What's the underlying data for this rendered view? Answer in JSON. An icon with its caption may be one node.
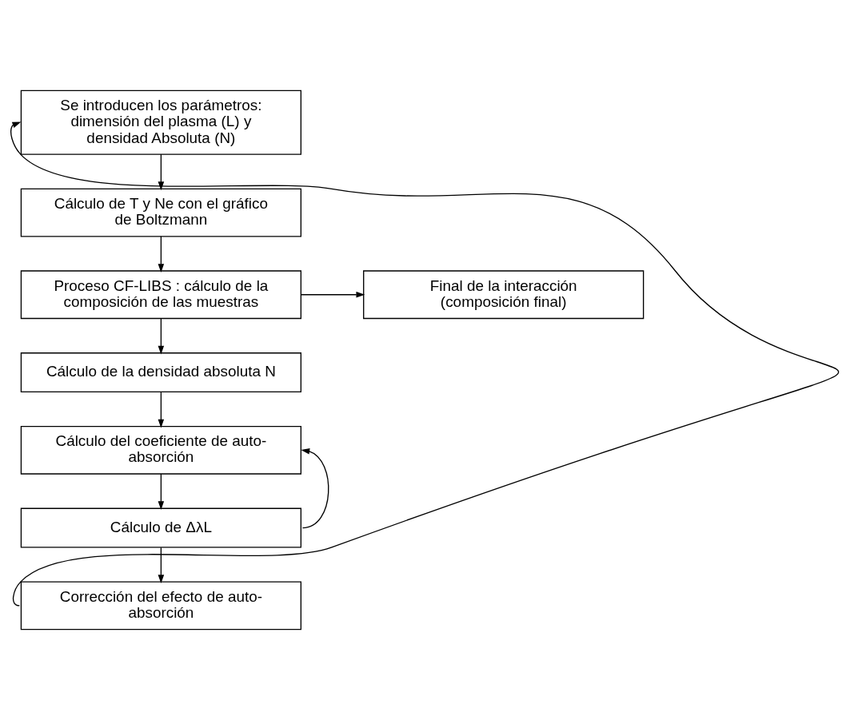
{
  "diagram": {
    "nodes": [
      {
        "text": [
          "Se introducen los parámetros: dimensión del plasma (L) y densidad Absoluta (N)"
        ]
      },
      {
        "text": [
          "Cálculo de T y Ne con el gráfico de Boltzmann"
        ]
      },
      {
        "text": [
          "Proceso CF-LIBS : cálculo de la composición de las muestras"
        ]
      },
      {
        "text": [
          "Final de la interacción (composición final)"
        ]
      },
      {
        "text": [
          "Cálculo de la densidad absoluta N"
        ]
      },
      {
        "text": [
          "Cálculo del coeficiente de auto-absorción"
        ]
      },
      {
        "text": [
          "Cálculo de ΔλL"
        ]
      },
      {
        "text": [
          "Corrección del efecto de auto-absorción"
        ]
      }
    ],
    "edges": [
      {
        "from": 0,
        "to": 1,
        "arrow": "to"
      },
      {
        "from": 1,
        "to": 2,
        "arrow": "to"
      },
      {
        "from": 2,
        "to": 3,
        "arrow": "to"
      },
      {
        "from": 2,
        "to": 4,
        "arrow": "to"
      },
      {
        "from": 4,
        "to": 5,
        "arrow": "to"
      },
      {
        "from": 5,
        "to": 6,
        "arrow": "to"
      },
      {
        "from": 6,
        "to": 5,
        "arrow": "to"
      },
      {
        "from": 6,
        "to": 7,
        "arrow": "to"
      },
      {
        "from": 7,
        "to": 0,
        "arrow": "to"
      }
    ]
  }
}
